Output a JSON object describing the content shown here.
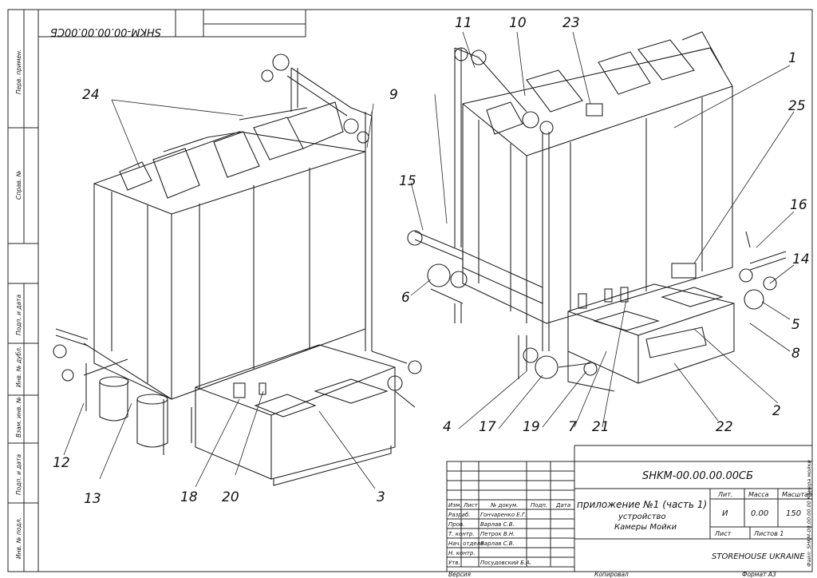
{
  "stamp_mirrored": "SHKM-00.00.00.00СБ",
  "designation": "SHKM-00.00.00.00СБ",
  "doc_title": {
    "line1": "приложение №1 (часть 1)",
    "line2": "устройство",
    "line3": "Камеры Мойки"
  },
  "company": "STOREHOUSE UKRAINE",
  "lit_header": "Лит.",
  "mass_header": "Масса",
  "scale_header": "Масштаб",
  "lit_value": "И",
  "mass_value": "0.00",
  "scale_value": "150",
  "sheet_label": "Лист",
  "sheets_label": "Листов 1",
  "col_headers": [
    "Изм.",
    "Лист",
    "№ докум.",
    "Подп.",
    "Дата"
  ],
  "roles": [
    {
      "role": "Разраб.",
      "name": "Гончаренко Е.Г."
    },
    {
      "role": "Пров.",
      "name": "Варлав С.В."
    },
    {
      "role": "Т. контр.",
      "name": "Петрок В.Н."
    },
    {
      "role": "Нач. отдела",
      "name": "Варлав С.В."
    },
    {
      "role": "Н. контр.",
      "name": ""
    },
    {
      "role": "Утв.",
      "name": "Посудовский Б.А."
    }
  ],
  "bottom_labels": {
    "version": "Версия",
    "copied": "Копировал",
    "format": "Формат А3"
  },
  "left_margin": [
    "Перв. примен.",
    "Справ. №",
    "Подп. и дата",
    "Инв. № дубл.",
    "Взам. инв. №",
    "Подп. и дата",
    "Инв. № подл."
  ],
  "file_note": "Файл: SHKM-00.00.00.00 Камера мойки",
  "callouts": [
    "1",
    "2",
    "3",
    "4",
    "5",
    "6",
    "7",
    "8",
    "9",
    "10",
    "11",
    "12",
    "13",
    "14",
    "15",
    "16",
    "17",
    "18",
    "19",
    "20",
    "21",
    "22",
    "23",
    "24",
    "25"
  ]
}
